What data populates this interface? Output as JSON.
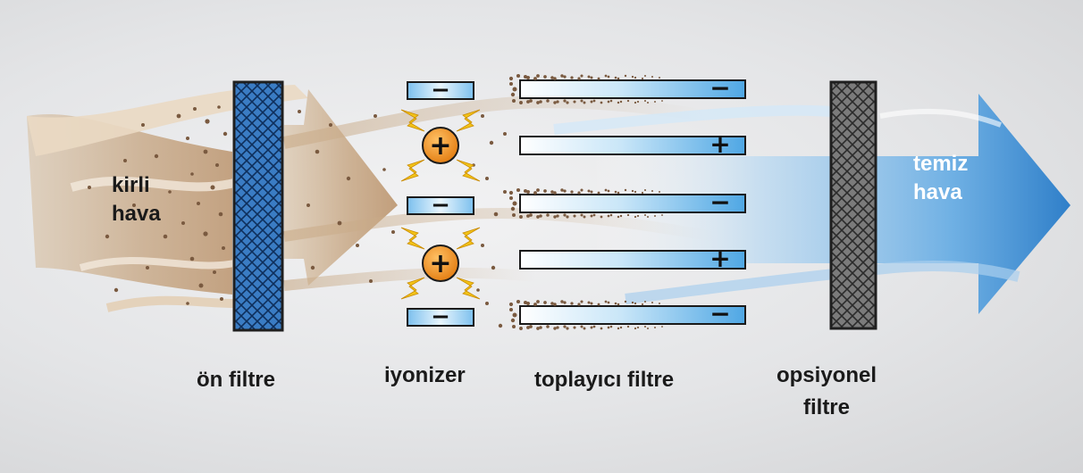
{
  "labels": {
    "dirty_air": [
      "kirli",
      "hava"
    ],
    "clean_air": [
      "temiz",
      "hava"
    ],
    "pre_filter": "ön  filtre",
    "ionizer": "iyonizer",
    "collector_filter": "toplayıcı filtre",
    "optional_filter": [
      "opsiyonel",
      "filtre"
    ]
  },
  "ionizer_plates": [
    "−",
    "−",
    "−"
  ],
  "ionizer_emitters": [
    "+",
    "+"
  ],
  "collector_plates": [
    "−",
    "+",
    "−",
    "+",
    "−"
  ],
  "colors": {
    "dirty_air": "#c9ab88",
    "dust": "#7a5a40",
    "clean_air": "#3f8fd4",
    "pre_filter": "#2e6fb8",
    "optional_filter": "#6b6b6b",
    "emitter": "#f08c1c",
    "spark": "#f2c318",
    "plate_light": "#eef7fd",
    "plate_blue": "#5fb2ea"
  }
}
